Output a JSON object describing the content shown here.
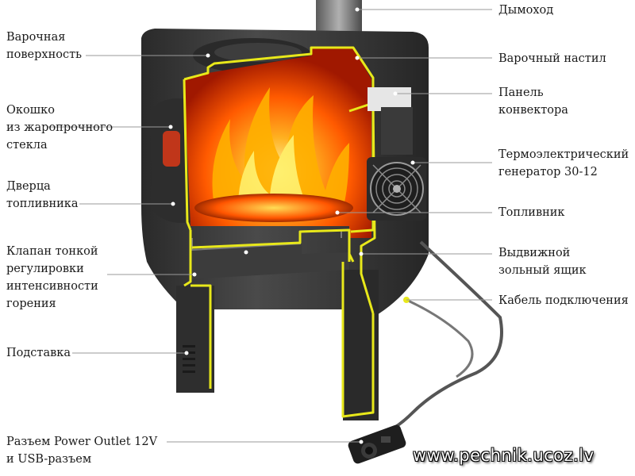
{
  "labels_left": {
    "cooking_surface": "Варочная\nповерхность",
    "glass_window": "Окошко\nиз жаропрочного\nстекла",
    "firebox_door": "Дверца\nтопливника",
    "burn_valve": "Клапан тонкой\nрегулировки\nинтенсивности\nгорения",
    "stand": "Подставка",
    "power_outlet": "Разъем Power Outlet 12V\nи USB-разъем"
  },
  "labels_right": {
    "chimney": "Дымоход",
    "cooking_deck": "Варочный настил",
    "convector_panel": "Панель\nконвектора",
    "teg": "Термоэлектрический\nгенератор 30-12",
    "firebox": "Топливник",
    "ash_drawer": "Выдвижной\nзольный ящик",
    "cable": "Кабель подключения"
  },
  "watermark": "www.pechnik.ucoz.lv",
  "colors": {
    "stove_body": "#3a3a3a",
    "cutaway_outline": "#e8e81a",
    "fire": "#ff7a10",
    "leader": "#9a9a9a"
  }
}
